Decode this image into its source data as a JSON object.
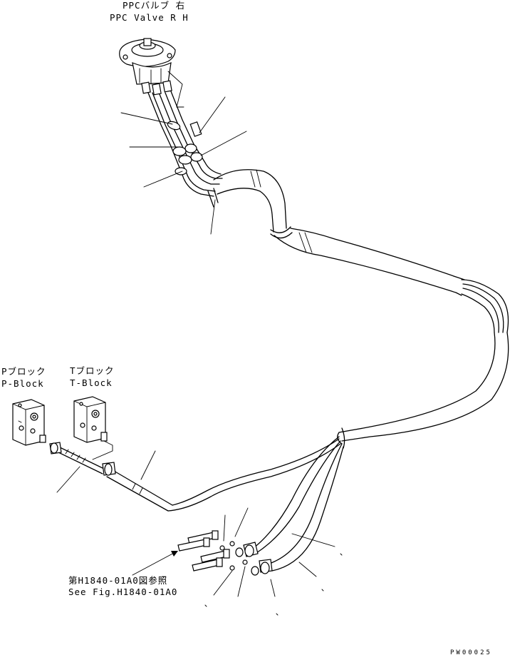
{
  "labels": {
    "ppc_valve_jp": "PPCバルブ 右",
    "ppc_valve_en": "PPC Valve R H",
    "p_block_jp": "Pブロック",
    "p_block_en": "P-Block",
    "t_block_jp": "Tブロック",
    "t_block_en": "T-Block",
    "see_fig_jp": "第H1840-01A0図参照",
    "see_fig_en": "See Fig.H1840-01A0"
  },
  "drawing_code": "PW00025",
  "colors": {
    "ink": "#000000",
    "paper": "#ffffff"
  }
}
